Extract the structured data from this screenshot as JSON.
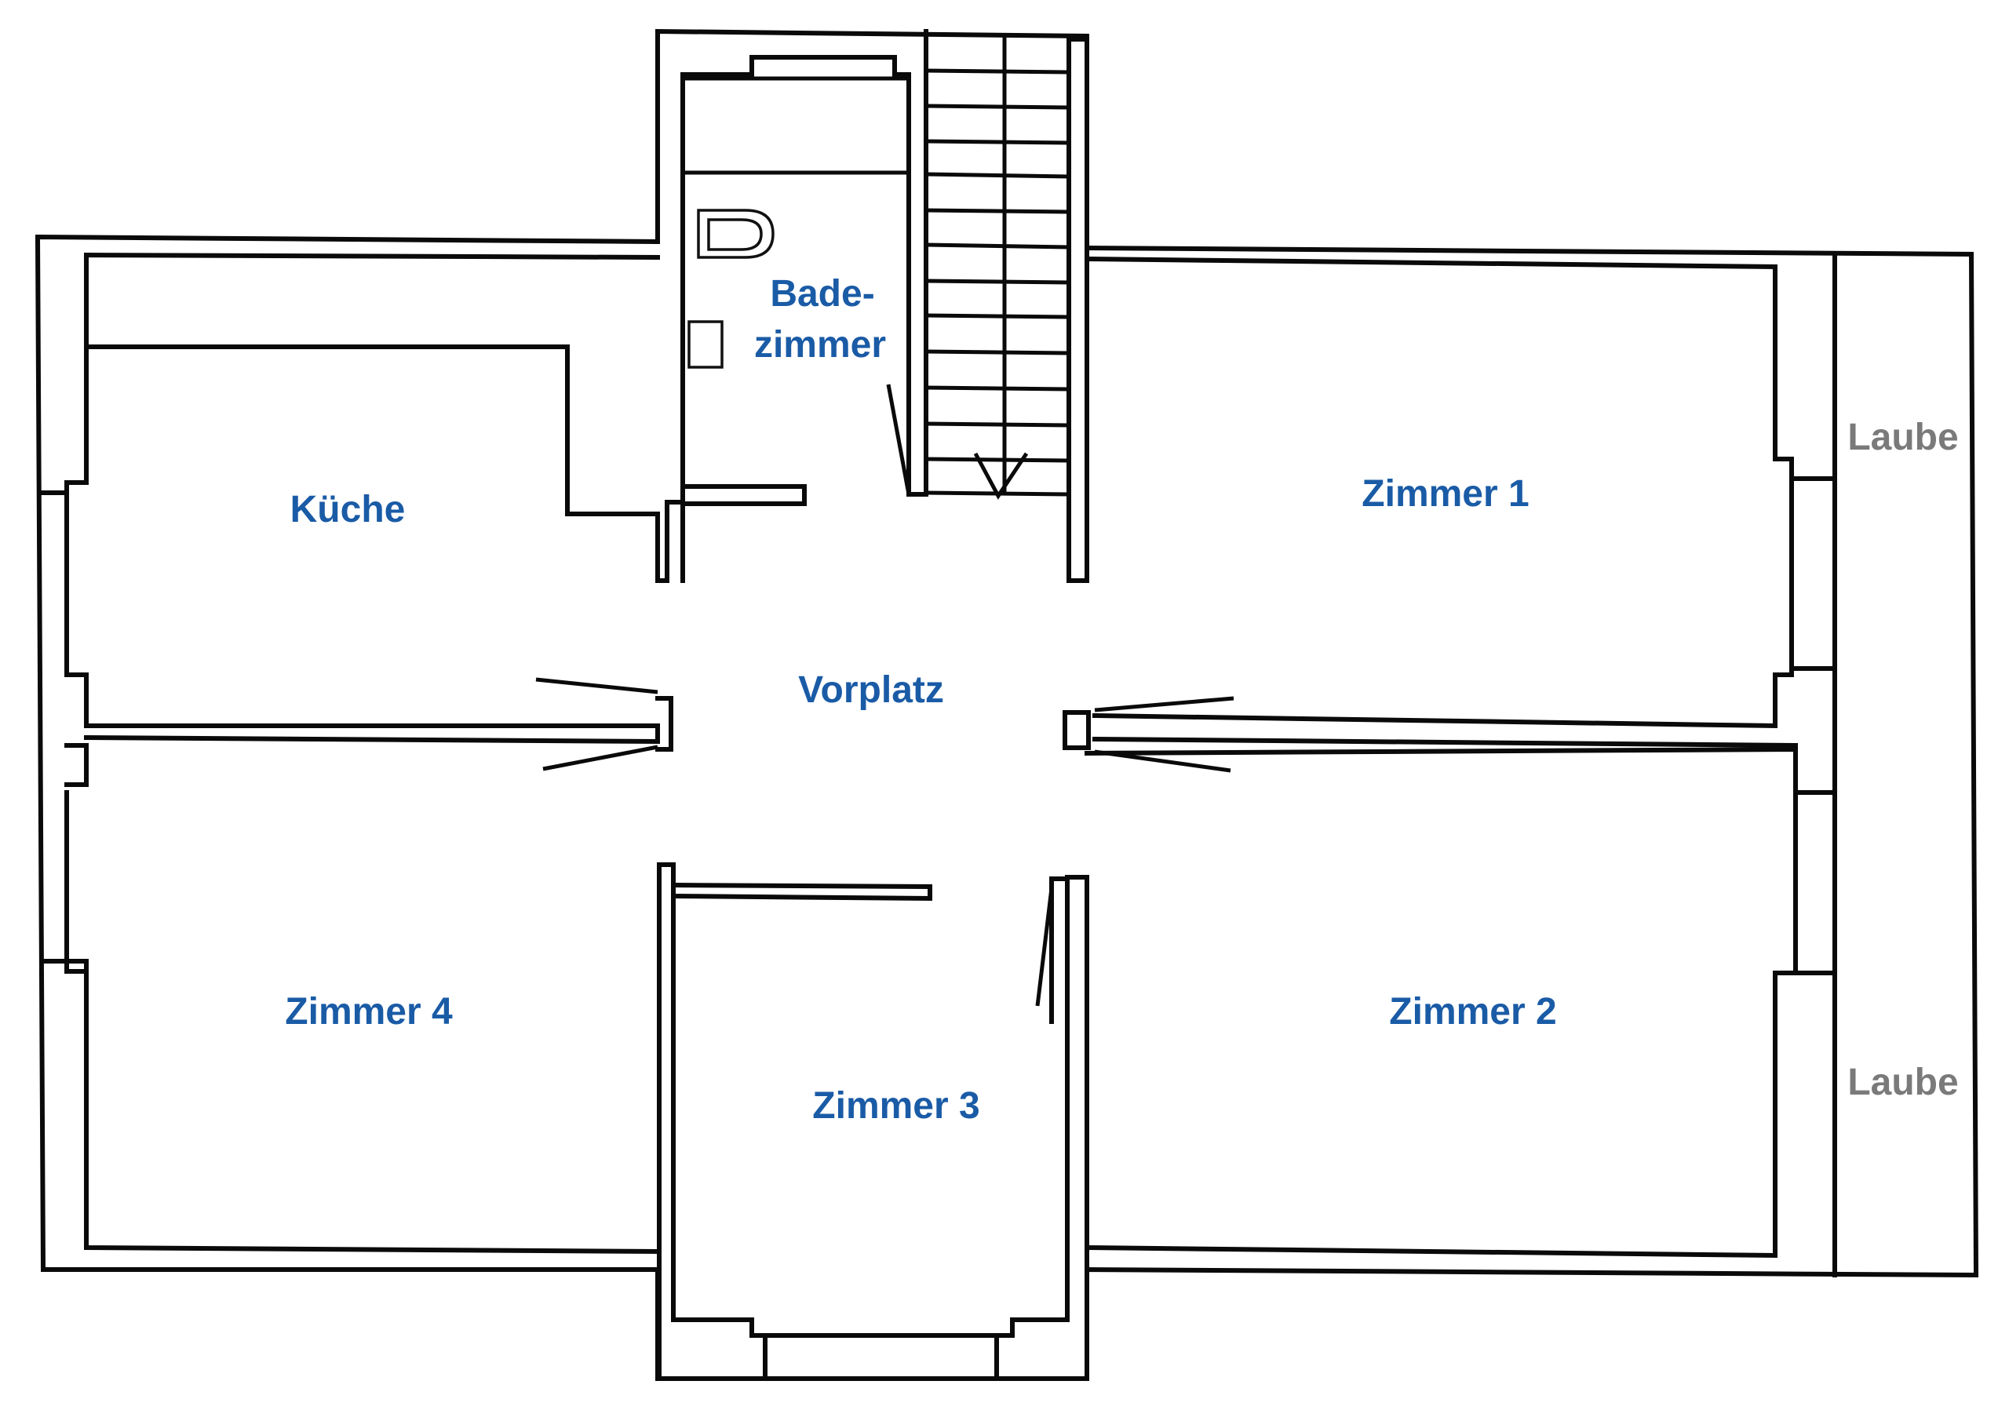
{
  "rooms": {
    "kitchen": "Küche",
    "bathroom_line1": "Bade-",
    "bathroom_line2": "zimmer",
    "hall": "Vorplatz",
    "room1": "Zimmer 1",
    "room2": "Zimmer 2",
    "room3": "Zimmer 3",
    "room4": "Zimmer 4",
    "arbor_top": "Laube",
    "arbor_bottom": "Laube"
  },
  "colors": {
    "room_label": "#1a5ba6",
    "arbor_label": "#7a7a7a",
    "walls": "#0a0a0a",
    "background": "#ffffff"
  }
}
